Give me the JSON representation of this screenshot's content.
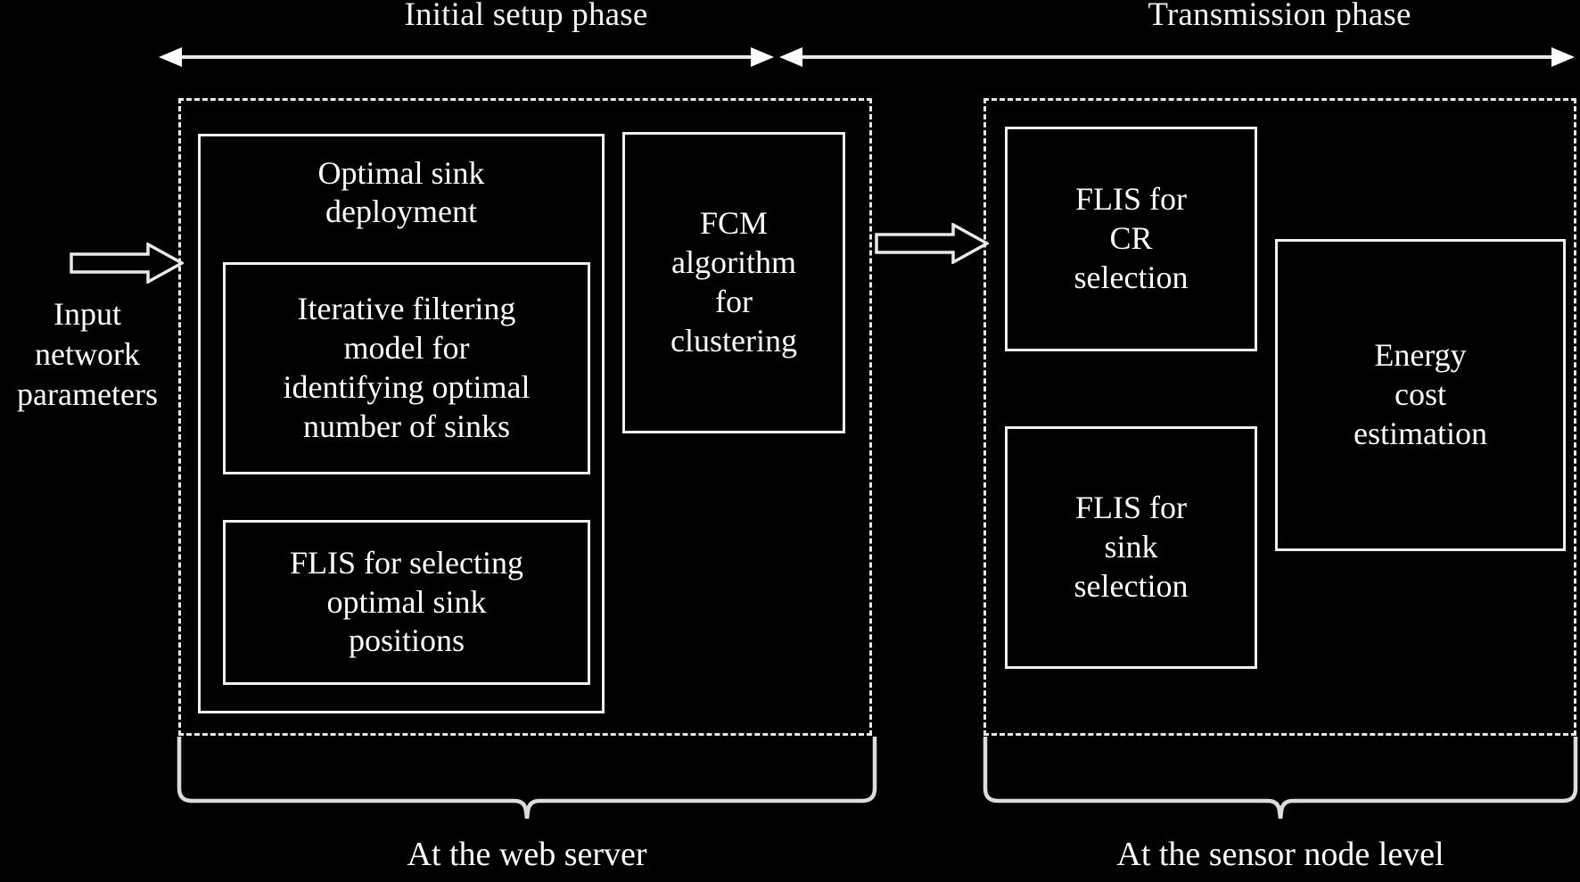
{
  "diagram": {
    "background_color": "#000000",
    "line_color": "#f0f0f0",
    "text_color": "#ffffff",
    "phases": [
      {
        "id": "initial-setup",
        "title": "Initial setup phase",
        "caption": "At the web server"
      },
      {
        "id": "transmission",
        "title": "Transmission phase",
        "caption": "At the sensor node level"
      }
    ],
    "input": {
      "label": "Input\nnetwork\nparameters"
    },
    "left_phase_boxes": {
      "outer": {
        "label": "Optimal sink\ndeployment"
      },
      "inner": [
        {
          "label": "Iterative filtering\nmodel for\nidentifying optimal\nnumber of sinks"
        },
        {
          "label": "FLIS for selecting\noptimal sink\npositions"
        }
      ],
      "side": {
        "label": "FCM\nalgorithm\nfor\nclustering"
      }
    },
    "right_phase_boxes": [
      {
        "label": "FLIS for\nCR\nselection"
      },
      {
        "label": "FLIS for\nsink\nselection"
      },
      {
        "label": "Energy\ncost\nestimation"
      }
    ],
    "connectors": [
      {
        "id": "input-to-setup",
        "kind": "block-arrow-right"
      },
      {
        "id": "setup-to-transmission",
        "kind": "block-arrow-right"
      }
    ]
  }
}
